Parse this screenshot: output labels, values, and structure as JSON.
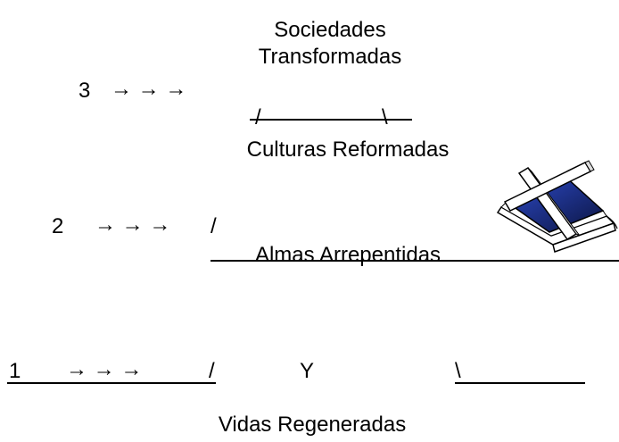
{
  "level3": {
    "number": "3",
    "arrows": "→ → →",
    "title_line1": "Sociedades",
    "title_line2": "Transformadas",
    "slash_left": "/",
    "slash_right": "\\",
    "caption": "Culturas Reformadas"
  },
  "level2": {
    "number": "2",
    "arrows": "→ → →",
    "slash": "/",
    "caption": "Almas Arrepentidas"
  },
  "level1": {
    "number": "1",
    "arrows": "→ → →",
    "slash_left": "/",
    "middle": "Y",
    "slash_right": "\\",
    "caption": "Vidas Regeneradas"
  },
  "illustration": {
    "icon": "cross-bible-icon",
    "bible_color": "#1b2b6b",
    "highlight_color": "#5a7ad0"
  }
}
